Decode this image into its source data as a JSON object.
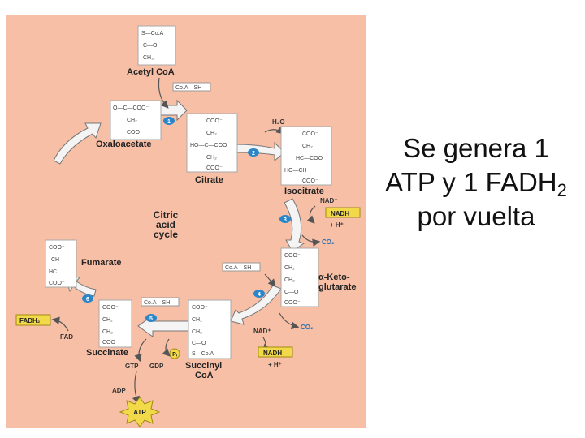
{
  "caption": {
    "line1": "Se genera 1",
    "line2_main": "ATP y 1 FADH",
    "line2_sub": "2",
    "line3": "por vuelta"
  },
  "colors": {
    "background": "#f7bfa6",
    "step_badge": "#2a86c8",
    "highlight": "#f2d94a",
    "molecule_box": "#ffffff",
    "arrow": "#555555"
  },
  "diagram": {
    "center_label": [
      "Citric",
      "acid",
      "cycle"
    ],
    "compounds": {
      "acetyl_coa": {
        "name": "Acetyl CoA",
        "lines": [
          "S—Co.A",
          "C—O",
          "CH₃"
        ]
      },
      "oxaloacetate": {
        "name": "Oxaloacetate",
        "lines": [
          "O—C—COO⁻",
          "CH₂",
          "COO⁻"
        ]
      },
      "citrate": {
        "name": "Citrate",
        "lines": [
          "COO⁻",
          "CH₂",
          "HO—C—COO⁻",
          "CH₂",
          "COO⁻"
        ]
      },
      "isocitrate": {
        "name": "Isocitrate",
        "lines": [
          "COO⁻",
          "CH₂",
          "HC—COO⁻",
          "HO—CH",
          "COO⁻"
        ]
      },
      "alpha_ketoglutarate": {
        "name_line1": "α-Keto-",
        "name_line2": "glutarate",
        "lines": [
          "COO⁻",
          "CH₂",
          "CH₂",
          "C—O",
          "COO⁻"
        ]
      },
      "succinyl_coa": {
        "name_line1": "Succinyl",
        "name_line2": "CoA",
        "lines": [
          "COO⁻",
          "CH₂",
          "CH₂",
          "C—O",
          "S—Co.A"
        ]
      },
      "succinate": {
        "name": "Succinate",
        "lines": [
          "COO⁻",
          "CH₂",
          "CH₂",
          "COO⁻"
        ]
      },
      "fumarate": {
        "name": "Fumarate",
        "lines": [
          "COO⁻",
          "CH",
          "HC",
          "COO⁻"
        ]
      }
    },
    "steps": [
      "1",
      "2",
      "3",
      "4",
      "5",
      "6"
    ],
    "side_labels": {
      "coa_sh_1": "Co.A—SH",
      "h2o": "H₂O",
      "nad_1": "NAD⁺",
      "nadh_1": "NADH",
      "h_plus_1": "+ H⁺",
      "co2_1": "CO₂",
      "coa_sh_2": "Co.A—SH",
      "co2_2": "CO₂",
      "nad_2": "NAD⁺",
      "nadh_2": "NADH",
      "h_plus_2": "+ H⁺",
      "coa_sh_3": "Co.A—SH",
      "fadh2": "FADH₂",
      "fad": "FAD",
      "pi": "Pᵢ",
      "gtp": "GTP",
      "gdp": "GDP",
      "adp": "ADP",
      "atp": "ATP"
    }
  }
}
